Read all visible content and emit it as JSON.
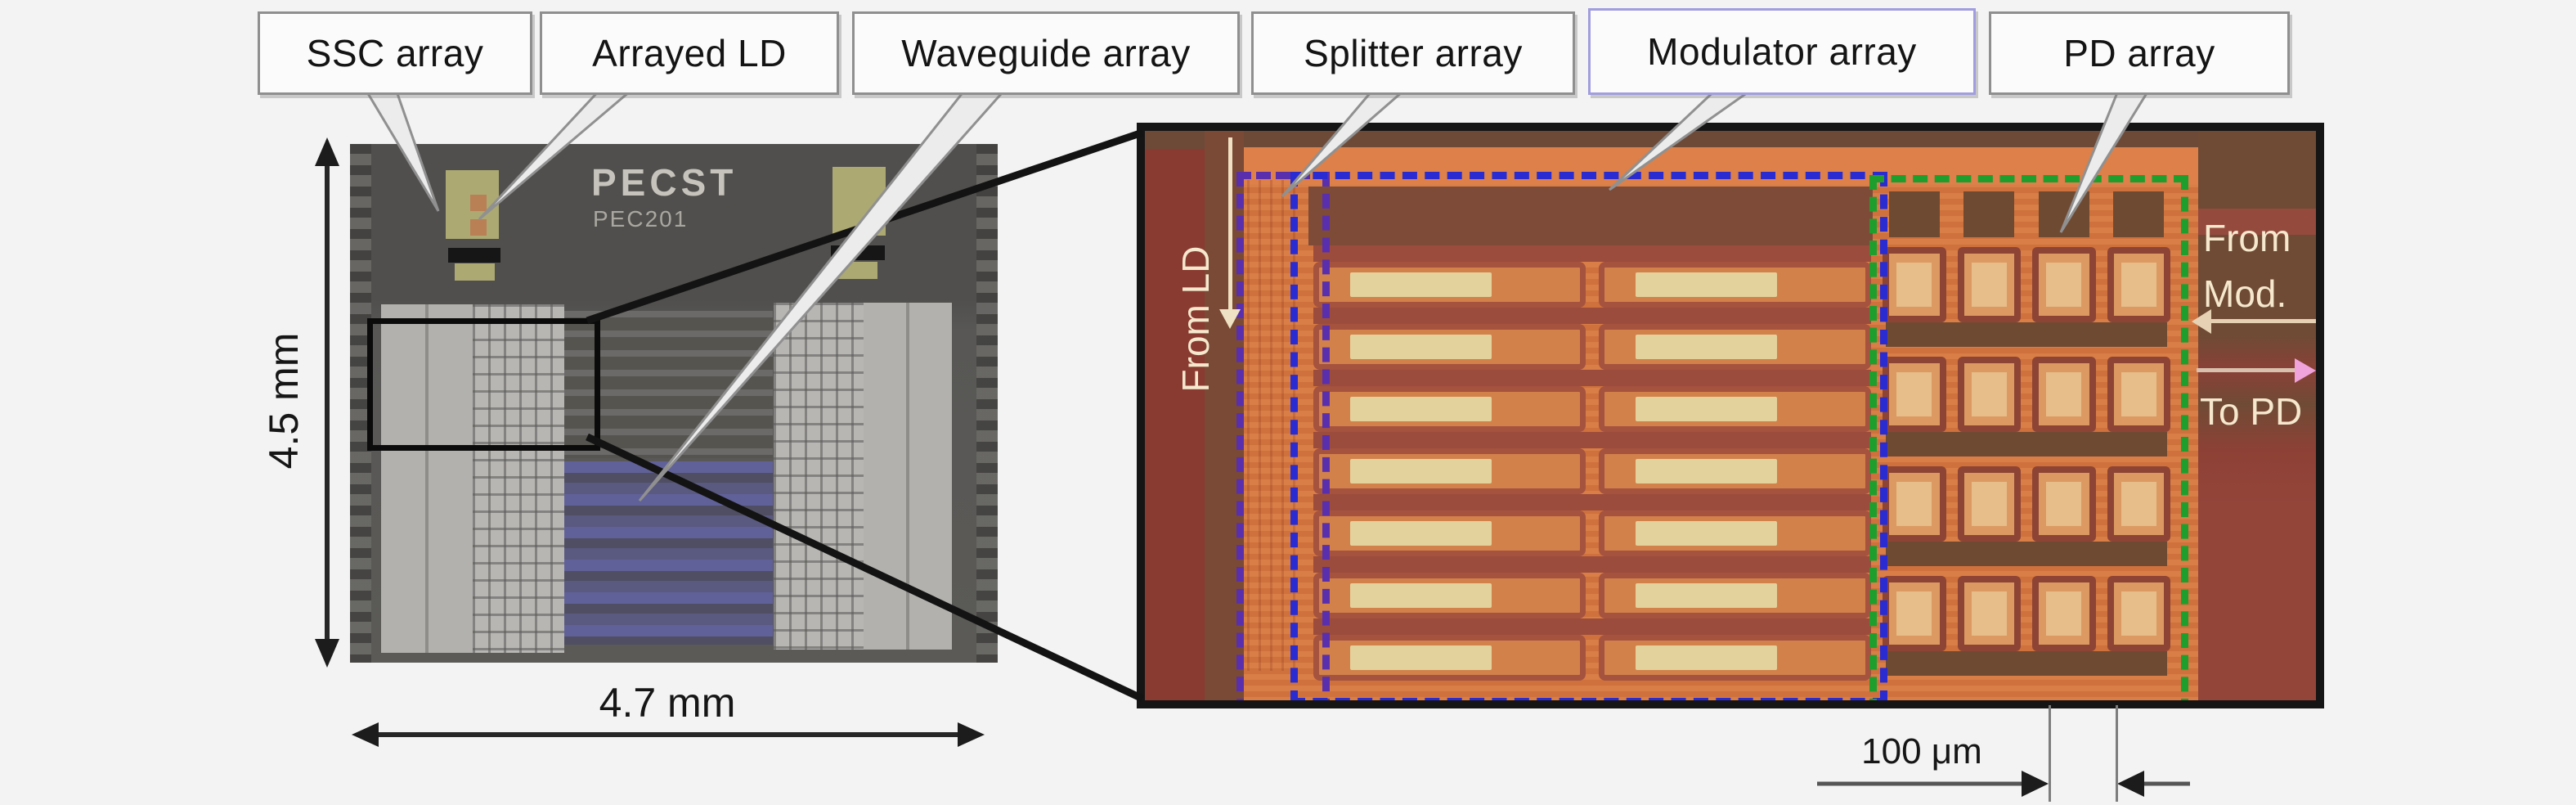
{
  "callouts": [
    {
      "id": "ssc-array",
      "label": "SSC array"
    },
    {
      "id": "arrayed-ld",
      "label": "Arrayed LD"
    },
    {
      "id": "waveguide-array",
      "label": "Waveguide array"
    },
    {
      "id": "splitter-array",
      "label": "Splitter array"
    },
    {
      "id": "modulator-array",
      "label": "Modulator array"
    },
    {
      "id": "pd-array",
      "label": "PD array"
    }
  ],
  "chip_photo": {
    "logo_top": "PECST",
    "logo_bottom": "PEC201",
    "height_dimension": "4.5 mm",
    "width_dimension": "4.7 mm"
  },
  "inset_photo": {
    "from_ld_label": "From LD",
    "from_mod_line1": "From",
    "from_mod_line2": "Mod.",
    "to_pd_label": "To PD",
    "scale_label": "100 μm"
  },
  "colors": {
    "figure_background": "#f3f3f3",
    "callout_border": "#8f8f8f",
    "modulator_callout_border": "#a19dde",
    "chip_gray": "#585755",
    "chip_pad_yellow": "#aca972",
    "chip_stripe_blue": "#61619a",
    "inset_orange": "#d5773f",
    "inset_maroon": "#8a3b31",
    "modulator_cell_orange": "#d2814b",
    "modulator_pad_cream": "#e4d29c",
    "splitter_outline_purple": "#5a2fae",
    "modulator_outline_blue": "#2a2bd0",
    "pd_outline_green": "#1e9e2d",
    "annotation_text_cream": "#f6e8cd",
    "to_pd_arrow_pink": "#f0a3da"
  }
}
